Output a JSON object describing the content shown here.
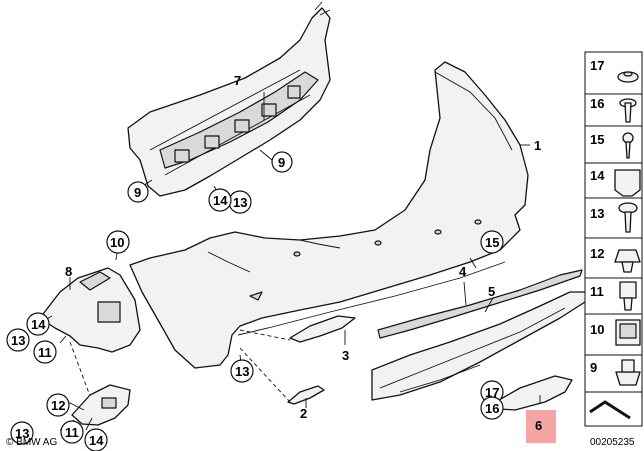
{
  "diagram": {
    "brand": "© BMW AG",
    "drawing_number": "00205235",
    "highlight_color": "#f4a6a6",
    "callouts": [
      "1",
      "2",
      "3",
      "4",
      "5",
      "6",
      "7",
      "8",
      "9",
      "9",
      "10",
      "11",
      "11",
      "12",
      "13",
      "13",
      "13",
      "13",
      "14",
      "14",
      "14",
      "15",
      "16",
      "17"
    ],
    "legend": [
      "17",
      "16",
      "15",
      "14",
      "13",
      "12",
      "11",
      "10",
      "9"
    ]
  }
}
